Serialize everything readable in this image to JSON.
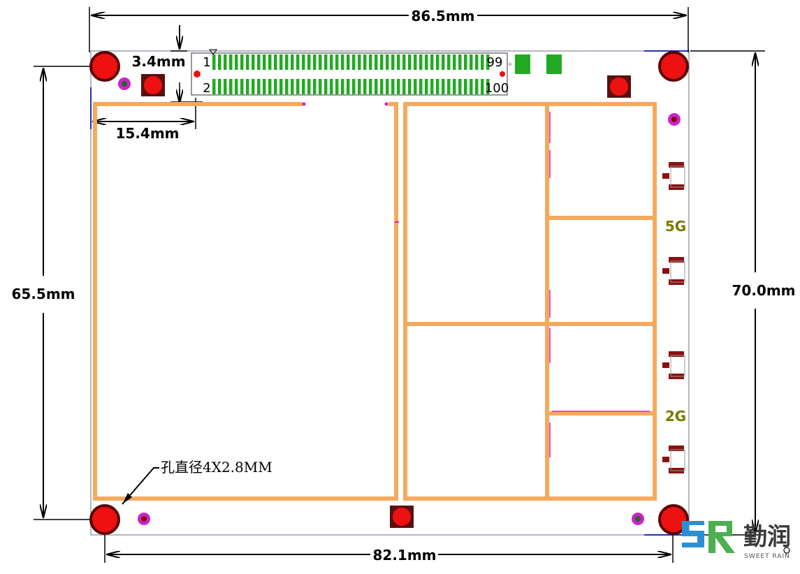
{
  "dimensions": {
    "top_width": "86.5mm",
    "bottom_width": "82.1mm",
    "left_height": "65.5mm",
    "right_height": "70.0mm",
    "connector_offset": "3.4mm",
    "connector_left": "15.4mm"
  },
  "connector": {
    "pin_first_top": "1",
    "pin_first_bottom": "2",
    "pin_last_top": "99",
    "pin_last_bottom": "100"
  },
  "bands": {
    "upper": "5G",
    "lower": "2G"
  },
  "hole_note": "孔直径4X2.8MM",
  "logo": {
    "name_cn": "勤润",
    "name_en": "SWEET RAIN"
  },
  "colors": {
    "hole": "#ee1111",
    "shield": "#f5a95c",
    "connector_pins": "#22aa22",
    "via": "#cc22cc"
  }
}
